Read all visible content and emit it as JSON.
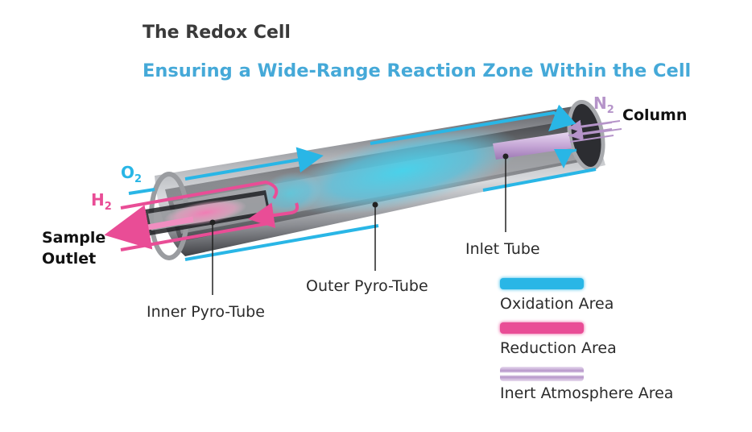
{
  "title": "The Redox Cell",
  "subtitle": "Ensuring a Wide-Range Reaction Zone Within the Cell",
  "labels": {
    "column": "Column",
    "sample": "Sample",
    "outlet": "Outlet",
    "inlet_tube": "Inlet Tube",
    "outer_pyro_tube": "Outer Pyro-Tube",
    "inner_pyro_tube": "Inner Pyro-Tube"
  },
  "gases": {
    "n2": {
      "symbol": "N",
      "sub": "2"
    },
    "o2": {
      "symbol": "O",
      "sub": "2"
    },
    "h2": {
      "symbol": "H",
      "sub": "2"
    }
  },
  "legend": [
    {
      "label": "Oxidation Area",
      "color": "#29b6e6"
    },
    {
      "label": "Reduction Area",
      "color": "#e94d96"
    },
    {
      "label": "Inert Atmosphere Area",
      "color": "#b594c9"
    }
  ],
  "colors": {
    "oxidation": "#29b6e6",
    "reduction": "#e94d96",
    "inert": "#b594c9",
    "subtitle": "#45a9d8"
  }
}
